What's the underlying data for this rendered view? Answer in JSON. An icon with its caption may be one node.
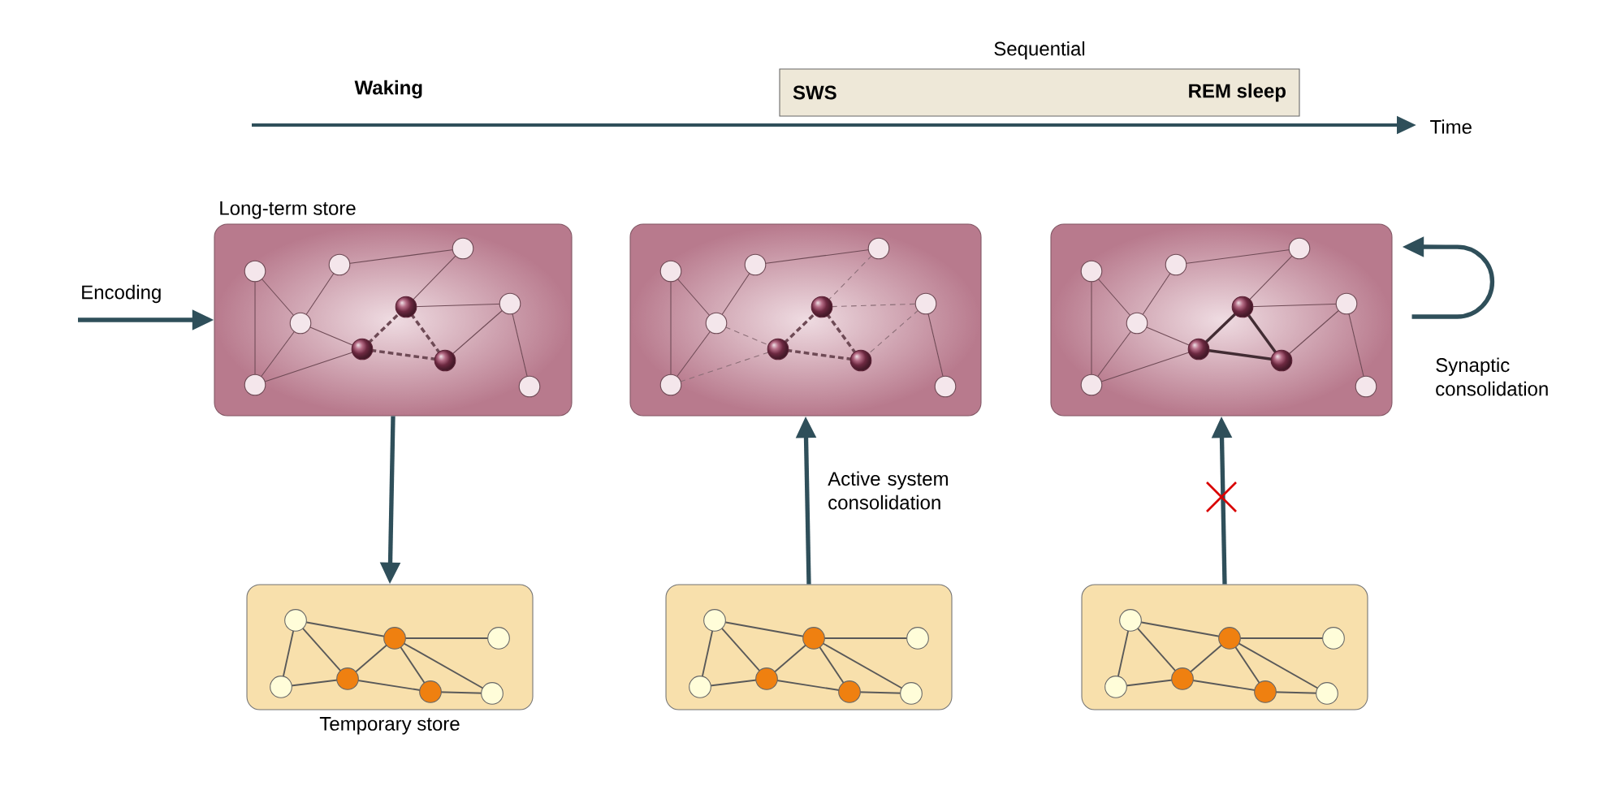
{
  "diagram": {
    "nodes": [
      {
        "text": [
          "Long-term store"
        ]
      },
      {
        "text": [],
        "shape": "box"
      },
      {
        "text": [],
        "shape": "box"
      },
      {
        "text": [
          "Temporary store"
        ]
      },
      {
        "text": [],
        "shape": "box"
      },
      {
        "text": [],
        "shape": "box"
      },
      {
        "text": [
          "Sequential",
          "SWS",
          "REM sleep"
        ]
      }
    ],
    "edges": [
      {
        "from": null,
        "to": 0,
        "arrow": "to",
        "label": "Encoding"
      },
      {
        "from": 0,
        "to": 3,
        "arrow": "to"
      },
      {
        "from": 4,
        "to": 1,
        "arrow": "to",
        "label": "Active system consolidation"
      },
      {
        "from": 5,
        "to": 2,
        "arrow": "to"
      },
      {
        "from": 2,
        "to": 2,
        "arrow": "to",
        "label": "Synaptic consolidation"
      }
    ],
    "labels": [
      "Waking",
      "Time"
    ]
  }
}
